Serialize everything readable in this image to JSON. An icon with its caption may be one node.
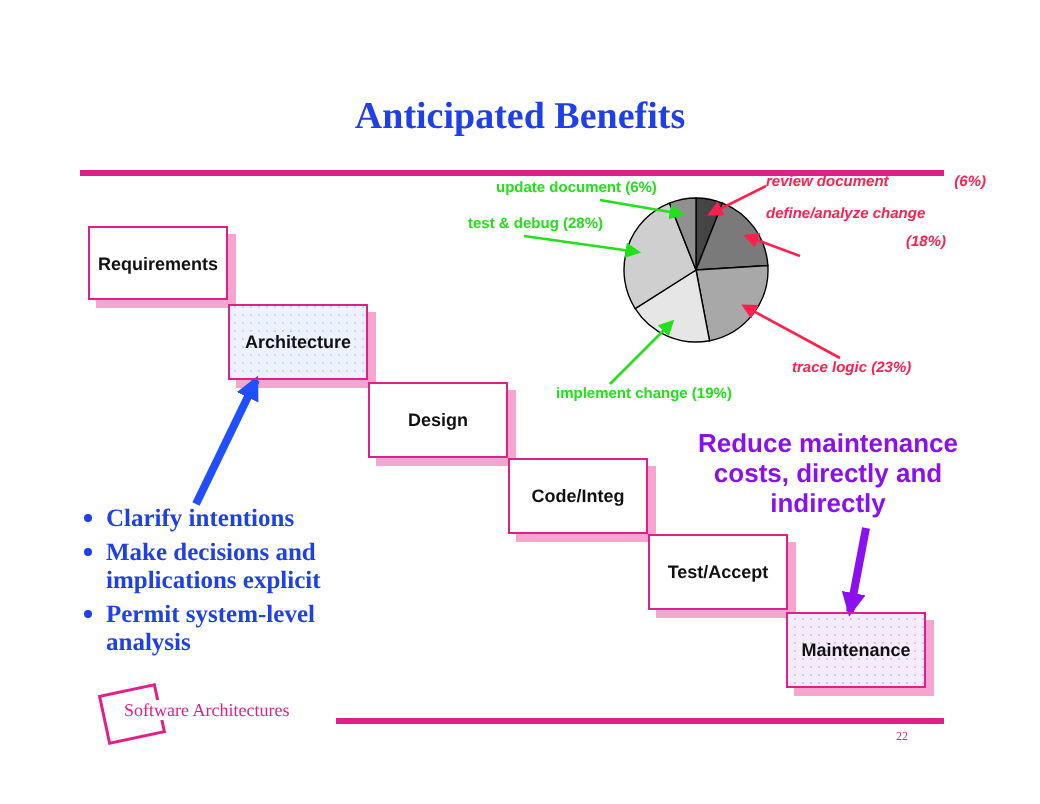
{
  "diagram": {
    "title": "Anticipated Benefits",
    "nodes": [
      {
        "text": [
          "Requirements"
        ]
      },
      {
        "text": [
          "Architecture"
        ]
      },
      {
        "text": [
          "Design"
        ]
      },
      {
        "text": [
          "Code/Integ"
        ]
      },
      {
        "text": [
          "Test/Accept"
        ]
      },
      {
        "text": [
          "Maintenance"
        ]
      },
      {
        "text": [
          "Clarify intentions",
          "Make decisions and implications explicit",
          "Permit system-level analysis"
        ]
      },
      {
        "text": [
          "Reduce maintenance costs, directly and indirectly"
        ]
      },
      {
        "text": [
          "review document",
          "(6%)"
        ]
      },
      {
        "text": [
          "update document (6%)"
        ]
      },
      {
        "text": [
          "test & debug (28%)"
        ]
      },
      {
        "text": [
          "define/analyze change",
          "(18%)"
        ]
      },
      {
        "text": [
          "trace logic (23%)"
        ]
      },
      {
        "text": [
          "implement change (19%)"
        ]
      },
      {
        "text": [],
        "shape": "wedge"
      },
      {
        "text": [],
        "shape": "wedge"
      },
      {
        "text": [],
        "shape": "wedge"
      },
      {
        "text": [],
        "shape": "wedge"
      },
      {
        "text": [],
        "shape": "wedge"
      },
      {
        "text": [],
        "shape": "wedge"
      }
    ],
    "edges": [
      {
        "from": 6,
        "to": 1,
        "arrow": "to",
        "style": "thick",
        "color": "#1f4fff"
      },
      {
        "from": 7,
        "to": 5,
        "arrow": "to",
        "style": "thick",
        "color": "#8a10f0"
      },
      {
        "from": 8,
        "to": 14,
        "arrow": "to",
        "color": "#ff2050"
      },
      {
        "from": 9,
        "to": 19,
        "arrow": "to",
        "color": "#22e01a"
      },
      {
        "from": 10,
        "to": 18,
        "arrow": "to",
        "color": "#22e01a"
      },
      {
        "from": 11,
        "to": 15,
        "arrow": "to",
        "color": "#ff2050"
      },
      {
        "from": 12,
        "to": 16,
        "arrow": "to",
        "color": "#ff2050"
      },
      {
        "from": 13,
        "to": 17,
        "arrow": "to",
        "color": "#22e01a"
      }
    ],
    "labels": [
      "Software Architectures",
      "22"
    ],
    "chart_data": {
      "type": "pie",
      "values": [
        6,
        18,
        23,
        19,
        28,
        6
      ]
    }
  }
}
